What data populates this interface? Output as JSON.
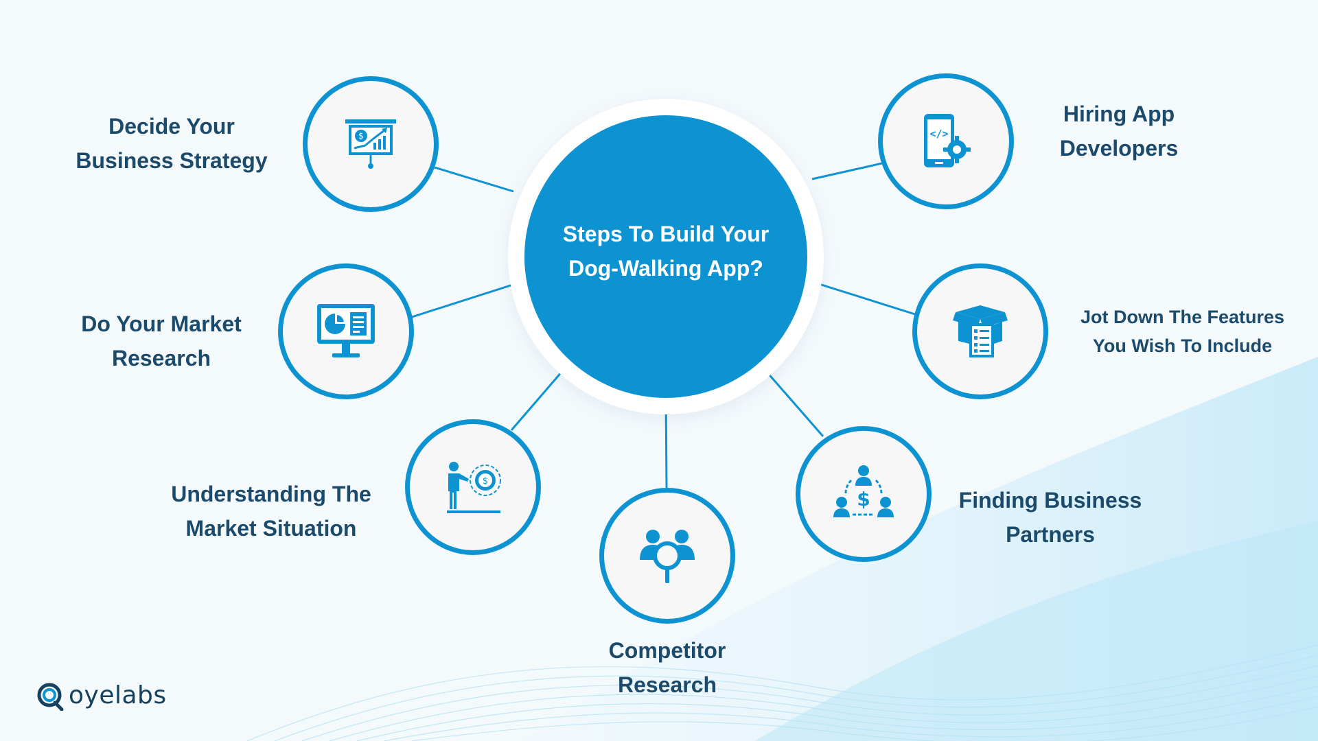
{
  "diagram": {
    "title": "Steps To Build Your\nDog-Walking App?",
    "accent_color": "#0e93d2",
    "text_color": "#1c4a6b",
    "steps": [
      {
        "label": "Decide Your\nBusiness Strategy",
        "icon": "presentation-chart-icon"
      },
      {
        "label": "Do Your Market\nResearch",
        "icon": "monitor-analytics-icon"
      },
      {
        "label": "Understanding The\nMarket Situation",
        "icon": "presenter-target-icon"
      },
      {
        "label": "Competitor\nResearch",
        "icon": "people-magnifier-icon"
      },
      {
        "label": "Finding Business\nPartners",
        "icon": "network-money-icon"
      },
      {
        "label": "Jot Down The Features\nYou Wish To Include",
        "icon": "box-checklist-icon"
      },
      {
        "label": "Hiring App\nDevelopers",
        "icon": "phone-code-gear-icon"
      }
    ]
  },
  "brand": {
    "name": "oyelabs",
    "icon": "oyelabs-logo-icon"
  }
}
